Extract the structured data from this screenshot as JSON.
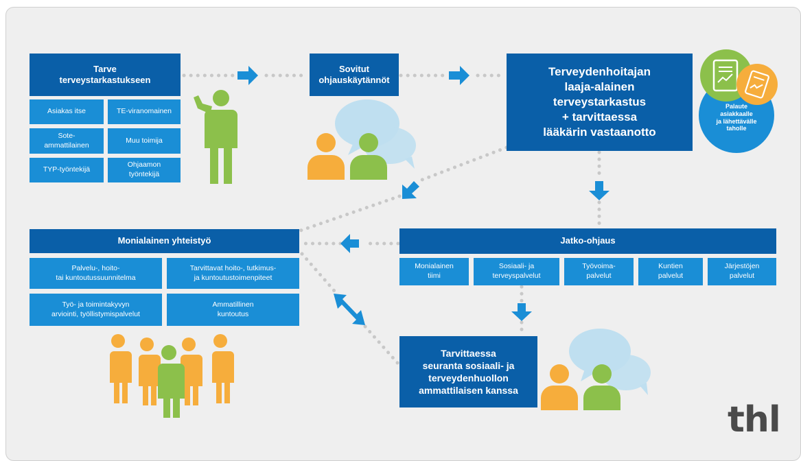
{
  "need": {
    "title": "Tarve\nterveystarkastukseen",
    "items": [
      "Asiakas itse",
      "TE-viranomainen",
      "Sote-\nammattilainen",
      "Muu toimija",
      "TYP-työntekijä",
      "Ohjaamon\ntyöntekijä"
    ]
  },
  "agreed": {
    "title": "Sovitut\nohjauskäytännöt"
  },
  "checkup": {
    "title": "Terveydenhoitajan\nlaaja-alainen\nterveystarkastus\n+ tarvittaessa\nlääkärin vastaanotto"
  },
  "feedback": {
    "text": "Palaute\nasiakkaalle\nja lähettävälle\ntaholle"
  },
  "multi": {
    "title": "Monialainen yhteistyö",
    "items": [
      "Palvelu-, hoito-\ntai kuntoutussuunnitelma",
      "Tarvittavat hoito-, tutkimus-\nja kuntoutustoimenpiteet",
      "Työ- ja toimintakyvyn\narviointi, työllistymispalvelut",
      "Ammatillinen\nkuntoutus"
    ]
  },
  "referral": {
    "title": "Jatko-ohjaus",
    "items": [
      "Monialainen\ntiimi",
      "Sosiaali- ja\nterveyspalvelut",
      "Työvoima-\npalvelut",
      "Kuntien\npalvelut",
      "Järjestöjen\npalvelut"
    ]
  },
  "followup": {
    "title": "Tarvittaessa\nseuranta sosiaali- ja\nterveydenhuollon\nammattilaisen kanssa"
  },
  "logo": "thl",
  "colors": {
    "dark_blue": "#0a5fa8",
    "light_blue": "#1a8ed6",
    "orange": "#f6ad3c",
    "green": "#8cc04b",
    "bubble": "#bfdff0"
  }
}
